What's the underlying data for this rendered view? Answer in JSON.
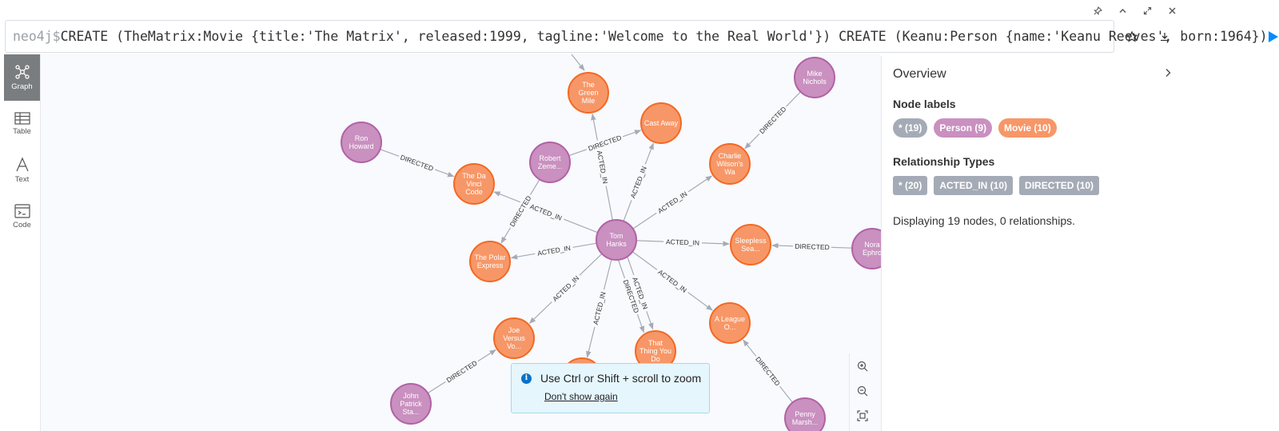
{
  "window_controls": {
    "pin": "pin-icon",
    "collapse": "chevron-up-icon",
    "expand": "expand-icon",
    "close": "close-icon"
  },
  "editor": {
    "prompt": "neo4j$",
    "query": "CREATE (TheMatrix:Movie {title:'The Matrix', released:1999, tagline:'Welcome to the Real World'}) CREATE (Keanu:Person {name:'Keanu Reeves', born:1964})"
  },
  "leftbar": {
    "items": [
      {
        "label": "Graph"
      },
      {
        "label": "Table"
      },
      {
        "label": "Text"
      },
      {
        "label": "Code"
      }
    ]
  },
  "graph": {
    "nodes": [
      {
        "id": "tomhanks",
        "lines": [
          "Tom",
          "Hanks"
        ],
        "type": "person"
      },
      {
        "id": "greenmile",
        "lines": [
          "The",
          "Green",
          "Mile"
        ],
        "type": "movie"
      },
      {
        "id": "castaway",
        "lines": [
          "Cast Away"
        ],
        "type": "movie"
      },
      {
        "id": "charlie",
        "lines": [
          "Charlie",
          "Wilson's",
          "Wa"
        ],
        "type": "movie"
      },
      {
        "id": "sleepless",
        "lines": [
          "Sleepless",
          "Sea..."
        ],
        "type": "movie"
      },
      {
        "id": "league",
        "lines": [
          "A League",
          "O..."
        ],
        "type": "movie"
      },
      {
        "id": "thatthing",
        "lines": [
          "That",
          "Thing You",
          "Do"
        ],
        "type": "movie"
      },
      {
        "id": "joe",
        "lines": [
          "Joe",
          "Versus",
          "Vo..."
        ],
        "type": "movie"
      },
      {
        "id": "polar",
        "lines": [
          "The Polar",
          "Express"
        ],
        "type": "movie"
      },
      {
        "id": "davinci",
        "lines": [
          "The Da",
          "Vinci",
          "Code"
        ],
        "type": "movie"
      },
      {
        "id": "ron",
        "lines": [
          "Ron",
          "Howard"
        ],
        "type": "person"
      },
      {
        "id": "robert",
        "lines": [
          "Robert",
          "Zeme..."
        ],
        "type": "person"
      },
      {
        "id": "mike",
        "lines": [
          "Mike",
          "Nichols"
        ],
        "type": "person"
      },
      {
        "id": "nora",
        "lines": [
          "Nora",
          "Ephro"
        ],
        "type": "person"
      },
      {
        "id": "penny",
        "lines": [
          "Penny",
          "Marsh..."
        ],
        "type": "person"
      },
      {
        "id": "john",
        "lines": [
          "John",
          "Patrick",
          "Sta..."
        ],
        "type": "person"
      },
      {
        "id": "bottom",
        "lines": [
          ""
        ],
        "type": "movie"
      }
    ],
    "edges": [
      {
        "from": "tomhanks",
        "to": "greenmile",
        "label": "ACTED_IN"
      },
      {
        "from": "tomhanks",
        "to": "castaway",
        "label": "ACTED_IN"
      },
      {
        "from": "tomhanks",
        "to": "charlie",
        "label": "ACTED_IN"
      },
      {
        "from": "tomhanks",
        "to": "sleepless",
        "label": "ACTED_IN"
      },
      {
        "from": "tomhanks",
        "to": "league",
        "label": "ACTED_IN"
      },
      {
        "from": "tomhanks",
        "to": "thatthing",
        "label": "ACTED_IN"
      },
      {
        "from": "tomhanks",
        "to": "thatthing",
        "label": "DIRECTED"
      },
      {
        "from": "tomhanks",
        "to": "bottom",
        "label": "ACTED_IN"
      },
      {
        "from": "tomhanks",
        "to": "joe",
        "label": "ACTED_IN"
      },
      {
        "from": "tomhanks",
        "to": "polar",
        "label": "ACTED_IN"
      },
      {
        "from": "tomhanks",
        "to": "davinci",
        "label": "ACTED_IN"
      },
      {
        "from": "ron",
        "to": "davinci",
        "label": "DIRECTED"
      },
      {
        "from": "robert",
        "to": "castaway",
        "label": "DIRECTED"
      },
      {
        "from": "robert",
        "to": "polar",
        "label": "DIRECTED"
      },
      {
        "from": "mike",
        "to": "charlie",
        "label": "DIRECTED"
      },
      {
        "from": "nora",
        "to": "sleepless",
        "label": "DIRECTED"
      },
      {
        "from": "penny",
        "to": "league",
        "label": "DIRECTED"
      },
      {
        "from": "john",
        "to": "joe",
        "label": "DIRECTED"
      }
    ]
  },
  "toast": {
    "message": "Use Ctrl or Shift + scroll to zoom",
    "link": "Don't show again"
  },
  "overview": {
    "title": "Overview",
    "node_labels_heading": "Node labels",
    "node_labels": [
      {
        "text": "* (19)",
        "color": "#a5abb6"
      },
      {
        "text": "Person (9)",
        "color": "#c990c0"
      },
      {
        "text": "Movie (10)",
        "color": "#f79767"
      }
    ],
    "rel_types_heading": "Relationship Types",
    "rel_types": [
      {
        "text": "* (20)",
        "color": "#a5abb6"
      },
      {
        "text": "ACTED_IN (10)",
        "color": "#a5abb6"
      },
      {
        "text": "DIRECTED (10)",
        "color": "#a5abb6"
      }
    ],
    "summary": "Displaying 19 nodes, 0 relationships."
  },
  "colors": {
    "person": "#c990c0",
    "person_stroke": "#b261a5",
    "movie": "#f79767",
    "movie_stroke": "#f36924",
    "edge": "#a5abb6",
    "accent": "#018bff"
  }
}
